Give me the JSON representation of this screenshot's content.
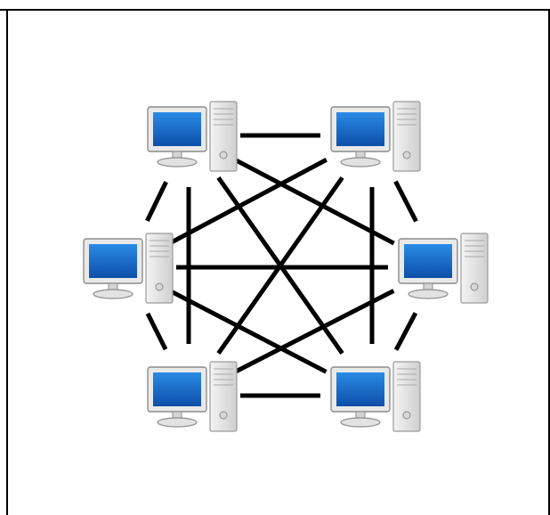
{
  "diagram": {
    "type": "full-mesh-network",
    "link_color": "#000000",
    "screen_color": "#1565c0",
    "nodes": [
      {
        "id": "top-left",
        "icon": "desktop-computer-icon"
      },
      {
        "id": "top-right",
        "icon": "desktop-computer-icon"
      },
      {
        "id": "middle-left",
        "icon": "desktop-computer-icon"
      },
      {
        "id": "middle-right",
        "icon": "desktop-computer-icon"
      },
      {
        "id": "bottom-left",
        "icon": "desktop-computer-icon"
      },
      {
        "id": "bottom-right",
        "icon": "desktop-computer-icon"
      }
    ],
    "links": [
      [
        "top-left",
        "top-right"
      ],
      [
        "top-left",
        "middle-left"
      ],
      [
        "top-left",
        "middle-right"
      ],
      [
        "top-left",
        "bottom-left"
      ],
      [
        "top-left",
        "bottom-right"
      ],
      [
        "top-right",
        "middle-left"
      ],
      [
        "top-right",
        "middle-right"
      ],
      [
        "top-right",
        "bottom-left"
      ],
      [
        "top-right",
        "bottom-right"
      ],
      [
        "middle-left",
        "middle-right"
      ],
      [
        "middle-left",
        "bottom-left"
      ],
      [
        "middle-left",
        "bottom-right"
      ],
      [
        "middle-right",
        "bottom-left"
      ],
      [
        "middle-right",
        "bottom-right"
      ],
      [
        "bottom-left",
        "bottom-right"
      ]
    ]
  }
}
